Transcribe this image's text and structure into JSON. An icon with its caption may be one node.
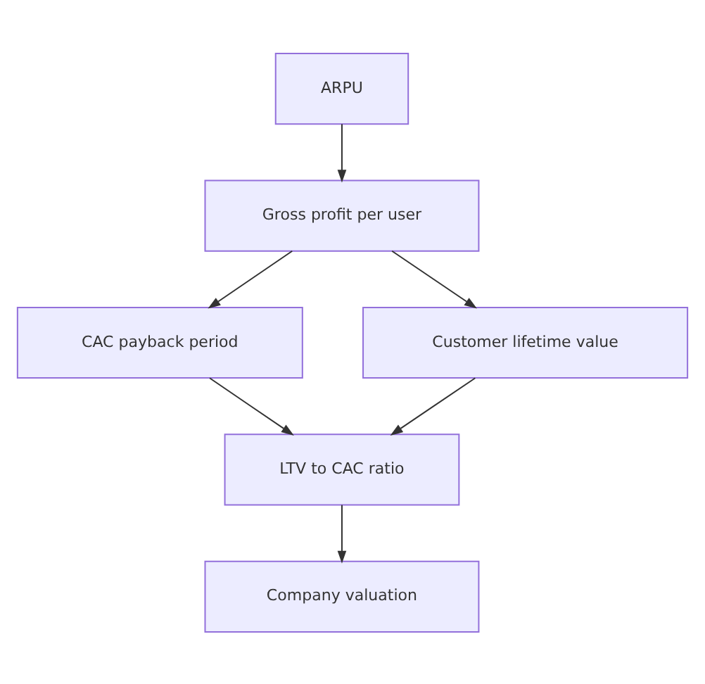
{
  "diagram": {
    "nodes": [
      {
        "text": [
          "ARPU"
        ]
      },
      {
        "text": [
          "Gross profit per user"
        ]
      },
      {
        "text": [
          "CAC payback period"
        ]
      },
      {
        "text": [
          "Customer lifetime value"
        ]
      },
      {
        "text": [
          "LTV to CAC ratio"
        ]
      },
      {
        "text": [
          "Company valuation"
        ]
      }
    ],
    "edges": [
      {
        "from": 0,
        "to": 1,
        "arrow": "to"
      },
      {
        "from": 1,
        "to": 2,
        "arrow": "to"
      },
      {
        "from": 1,
        "to": 3,
        "arrow": "to"
      },
      {
        "from": 2,
        "to": 4,
        "arrow": "to"
      },
      {
        "from": 3,
        "to": 4,
        "arrow": "to"
      },
      {
        "from": 4,
        "to": 5,
        "arrow": "to"
      }
    ]
  }
}
